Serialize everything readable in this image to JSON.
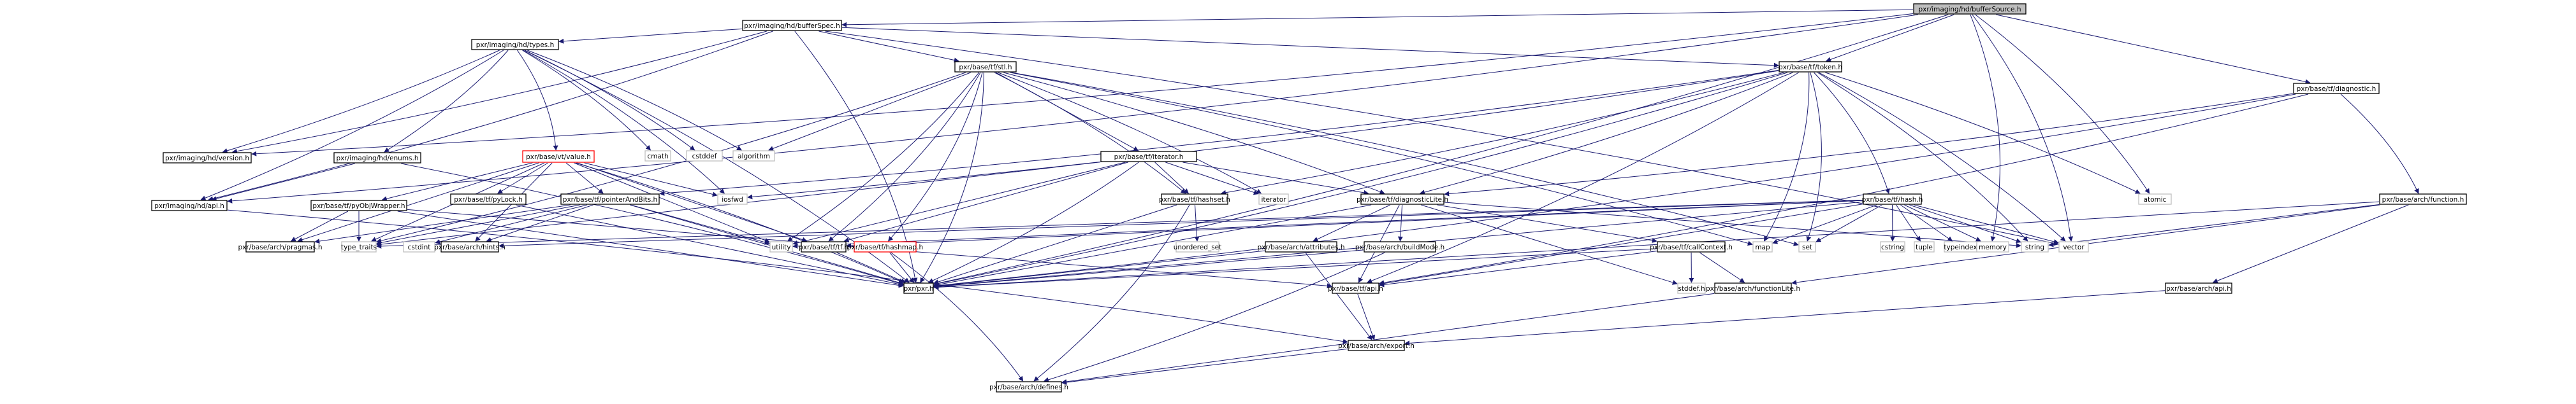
{
  "title": "pxr/imaging/hd/bufferSource.h include dependency graph",
  "colors": {
    "edge": "#191970",
    "root_fill": "#bfbfbf",
    "node_border": "#000000",
    "external_border": "#bfbfbf",
    "truncated_border": "#ff0000",
    "node_fill": "#ffffff"
  },
  "nodes": [
    {
      "id": "bufferSource",
      "label": "pxr/imaging/hd/bufferSource.h",
      "kind": "root"
    },
    {
      "id": "bufferSpec",
      "label": "pxr/imaging/hd/bufferSpec.h",
      "kind": "file"
    },
    {
      "id": "types",
      "label": "pxr/imaging/hd/types.h",
      "kind": "file"
    },
    {
      "id": "stl",
      "label": "pxr/base/tf/stl.h",
      "kind": "file"
    },
    {
      "id": "token",
      "label": "pxr/base/tf/token.h",
      "kind": "file"
    },
    {
      "id": "diagnostic",
      "label": "pxr/base/tf/diagnostic.h",
      "kind": "file"
    },
    {
      "id": "hdversion",
      "label": "pxr/imaging/hd/version.h",
      "kind": "file"
    },
    {
      "id": "enums",
      "label": "pxr/imaging/hd/enums.h",
      "kind": "file"
    },
    {
      "id": "value",
      "label": "pxr/base/vt/value.h",
      "kind": "truncated"
    },
    {
      "id": "cmath",
      "label": "cmath",
      "kind": "external"
    },
    {
      "id": "cstddef",
      "label": "cstddef",
      "kind": "external"
    },
    {
      "id": "algorithm",
      "label": "algorithm",
      "kind": "external"
    },
    {
      "id": "iterator_h",
      "label": "pxr/base/tf/iterator.h",
      "kind": "file"
    },
    {
      "id": "hdapi",
      "label": "pxr/imaging/hd/api.h",
      "kind": "file"
    },
    {
      "id": "pyObjWrapper",
      "label": "pxr/base/tf/pyObjWrapper.h",
      "kind": "file"
    },
    {
      "id": "pyLock",
      "label": "pxr/base/tf/pyLock.h",
      "kind": "file"
    },
    {
      "id": "pointerAndBits",
      "label": "pxr/base/tf/pointerAndBits.h",
      "kind": "file"
    },
    {
      "id": "iosfwd",
      "label": "iosfwd",
      "kind": "external"
    },
    {
      "id": "hashset",
      "label": "pxr/base/tf/hashset.h",
      "kind": "file"
    },
    {
      "id": "iterator",
      "label": "iterator",
      "kind": "external"
    },
    {
      "id": "diagnosticLite",
      "label": "pxr/base/tf/diagnosticLite.h",
      "kind": "file"
    },
    {
      "id": "hash",
      "label": "pxr/base/tf/hash.h",
      "kind": "file"
    },
    {
      "id": "atomic",
      "label": "atomic",
      "kind": "external"
    },
    {
      "id": "function",
      "label": "pxr/base/arch/function.h",
      "kind": "file"
    },
    {
      "id": "pragmas",
      "label": "pxr/base/arch/pragmas.h",
      "kind": "file"
    },
    {
      "id": "type_traits",
      "label": "type_traits",
      "kind": "external"
    },
    {
      "id": "cstdint",
      "label": "cstdint",
      "kind": "external"
    },
    {
      "id": "hints",
      "label": "pxr/base/arch/hints.h",
      "kind": "file"
    },
    {
      "id": "utility",
      "label": "utility",
      "kind": "external"
    },
    {
      "id": "tf",
      "label": "pxr/base/tf/tf.h",
      "kind": "file"
    },
    {
      "id": "hashmap",
      "label": "pxr/base/tf/hashmap.h",
      "kind": "truncated"
    },
    {
      "id": "unordered_set",
      "label": "unordered_set",
      "kind": "external"
    },
    {
      "id": "attributes",
      "label": "pxr/base/arch/attributes.h",
      "kind": "file"
    },
    {
      "id": "buildMode",
      "label": "pxr/base/arch/buildMode.h",
      "kind": "file"
    },
    {
      "id": "callContext",
      "label": "pxr/base/tf/callContext.h",
      "kind": "file"
    },
    {
      "id": "map",
      "label": "map",
      "kind": "external"
    },
    {
      "id": "set",
      "label": "set",
      "kind": "external"
    },
    {
      "id": "cstring",
      "label": "cstring",
      "kind": "external"
    },
    {
      "id": "tuple",
      "label": "tuple",
      "kind": "external"
    },
    {
      "id": "typeindex",
      "label": "typeindex",
      "kind": "external"
    },
    {
      "id": "memory",
      "label": "memory",
      "kind": "external"
    },
    {
      "id": "string",
      "label": "string",
      "kind": "external"
    },
    {
      "id": "vector",
      "label": "vector",
      "kind": "external"
    },
    {
      "id": "pxr",
      "label": "pxr/pxr.h",
      "kind": "file"
    },
    {
      "id": "tfapi",
      "label": "pxr/base/tf/api.h",
      "kind": "file"
    },
    {
      "id": "stddef",
      "label": "stddef.h",
      "kind": "external"
    },
    {
      "id": "functionLite",
      "label": "pxr/base/arch/functionLite.h",
      "kind": "file"
    },
    {
      "id": "archapi",
      "label": "pxr/base/arch/api.h",
      "kind": "file"
    },
    {
      "id": "export",
      "label": "pxr/base/arch/export.h",
      "kind": "file"
    },
    {
      "id": "defines",
      "label": "pxr/base/arch/defines.h",
      "kind": "file"
    }
  ],
  "edges": [
    [
      "bufferSource",
      "bufferSpec"
    ],
    [
      "bufferSource",
      "token"
    ],
    [
      "bufferSource",
      "diagnostic"
    ],
    [
      "bufferSource",
      "hdversion"
    ],
    [
      "bufferSource",
      "hdapi"
    ],
    [
      "bufferSource",
      "pxr"
    ],
    [
      "bufferSource",
      "atomic"
    ],
    [
      "bufferSource",
      "memory"
    ],
    [
      "bufferSource",
      "vector"
    ],
    [
      "bufferSpec",
      "types"
    ],
    [
      "bufferSpec",
      "stl"
    ],
    [
      "bufferSpec",
      "hdversion"
    ],
    [
      "bufferSpec",
      "hdapi"
    ],
    [
      "bufferSpec",
      "token"
    ],
    [
      "bufferSpec",
      "pxr"
    ],
    [
      "bufferSpec",
      "vector"
    ],
    [
      "types",
      "hdversion"
    ],
    [
      "types",
      "enums"
    ],
    [
      "types",
      "hdapi"
    ],
    [
      "types",
      "value"
    ],
    [
      "types",
      "cmath"
    ],
    [
      "types",
      "cstddef"
    ],
    [
      "types",
      "algorithm"
    ],
    [
      "types",
      "pxr"
    ],
    [
      "types",
      "iosfwd"
    ],
    [
      "enums",
      "hdapi"
    ],
    [
      "enums",
      "pxr"
    ],
    [
      "hdapi",
      "export"
    ],
    [
      "value",
      "pyObjWrapper"
    ],
    [
      "value",
      "pyLock"
    ],
    [
      "value",
      "pointerAndBits"
    ],
    [
      "value",
      "iosfwd"
    ],
    [
      "value",
      "type_traits"
    ],
    [
      "value",
      "hints"
    ],
    [
      "value",
      "pragmas"
    ],
    [
      "value",
      "tf"
    ],
    [
      "value",
      "pxr"
    ],
    [
      "value",
      "utility"
    ],
    [
      "pyObjWrapper",
      "pragmas"
    ],
    [
      "pyObjWrapper",
      "type_traits"
    ],
    [
      "pyObjWrapper",
      "pxr"
    ],
    [
      "pyObjWrapper",
      "tfapi"
    ],
    [
      "pyLock",
      "pxr"
    ],
    [
      "pointerAndBits",
      "pragmas"
    ],
    [
      "pointerAndBits",
      "type_traits"
    ],
    [
      "pointerAndBits",
      "cstdint"
    ],
    [
      "pointerAndBits",
      "hints"
    ],
    [
      "pointerAndBits",
      "utility"
    ],
    [
      "pointerAndBits",
      "pxr"
    ],
    [
      "stl",
      "algorithm"
    ],
    [
      "stl",
      "iterator_h"
    ],
    [
      "stl",
      "hashset"
    ],
    [
      "stl",
      "hashmap"
    ],
    [
      "stl",
      "iterator"
    ],
    [
      "stl",
      "diagnosticLite"
    ],
    [
      "stl",
      "tf"
    ],
    [
      "stl",
      "utility"
    ],
    [
      "stl",
      "pxr"
    ],
    [
      "stl",
      "map"
    ],
    [
      "stl",
      "set"
    ],
    [
      "stl",
      "type_traits"
    ],
    [
      "iterator_h",
      "hashset"
    ],
    [
      "iterator_h",
      "iterator"
    ],
    [
      "iterator_h",
      "diagnosticLite"
    ],
    [
      "iterator_h",
      "type_traits"
    ],
    [
      "iterator_h",
      "utility"
    ],
    [
      "iterator_h",
      "tf"
    ],
    [
      "iterator_h",
      "pxr"
    ],
    [
      "hashset",
      "unordered_set"
    ],
    [
      "hashset",
      "pxr"
    ],
    [
      "hashset",
      "defines"
    ],
    [
      "hashmap",
      "pxr"
    ],
    [
      "hashmap",
      "defines"
    ],
    [
      "diagnosticLite",
      "attributes"
    ],
    [
      "diagnosticLite",
      "buildMode"
    ],
    [
      "diagnosticLite",
      "callContext"
    ],
    [
      "diagnosticLite",
      "tfapi"
    ],
    [
      "diagnosticLite",
      "pxr"
    ],
    [
      "diagnosticLite",
      "stddef"
    ],
    [
      "diagnosticLite",
      "string"
    ],
    [
      "attributes",
      "export"
    ],
    [
      "attributes",
      "pxr"
    ],
    [
      "buildMode",
      "defines"
    ],
    [
      "buildMode",
      "pxr"
    ],
    [
      "callContext",
      "tfapi"
    ],
    [
      "callContext",
      "stddef"
    ],
    [
      "callContext",
      "functionLite"
    ],
    [
      "callContext",
      "pxr"
    ],
    [
      "token",
      "hash"
    ],
    [
      "token",
      "diagnosticLite"
    ],
    [
      "token",
      "hashset"
    ],
    [
      "token",
      "pointerAndBits"
    ],
    [
      "token",
      "tfapi"
    ],
    [
      "token",
      "pxr"
    ],
    [
      "token",
      "atomic"
    ],
    [
      "token",
      "set"
    ],
    [
      "token",
      "string"
    ],
    [
      "token",
      "vector"
    ],
    [
      "token",
      "iosfwd"
    ],
    [
      "token",
      "map"
    ],
    [
      "hash",
      "map"
    ],
    [
      "hash",
      "set"
    ],
    [
      "hash",
      "cstring"
    ],
    [
      "hash",
      "tuple"
    ],
    [
      "hash",
      "typeindex"
    ],
    [
      "hash",
      "memory"
    ],
    [
      "hash",
      "string"
    ],
    [
      "hash",
      "vector"
    ],
    [
      "hash",
      "tf"
    ],
    [
      "hash",
      "hints"
    ],
    [
      "hash",
      "pxr"
    ],
    [
      "hash",
      "tfapi"
    ],
    [
      "hash",
      "type_traits"
    ],
    [
      "hash",
      "utility"
    ],
    [
      "diagnostic",
      "diagnosticLite"
    ],
    [
      "diagnostic",
      "function"
    ],
    [
      "diagnostic",
      "pxr"
    ],
    [
      "diagnostic",
      "tfapi"
    ],
    [
      "function",
      "archapi"
    ],
    [
      "function",
      "functionLite"
    ],
    [
      "function",
      "string"
    ],
    [
      "function",
      "pxr"
    ],
    [
      "tfapi",
      "export"
    ],
    [
      "archapi",
      "export"
    ],
    [
      "export",
      "defines"
    ],
    [
      "functionLite",
      "defines"
    ],
    [
      "tf",
      "pxr"
    ]
  ]
}
